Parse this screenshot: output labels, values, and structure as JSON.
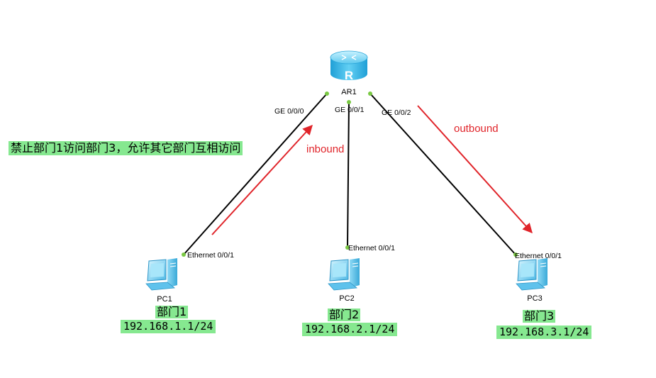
{
  "note": "禁止部门1访问部门3，允许其它部门互相访问",
  "colors": {
    "link": "#000000",
    "port_dot": "#7ac943",
    "arrow": "#e0242a",
    "tag_bg": "#86e890"
  },
  "router": {
    "name": "AR1",
    "symbol": "R",
    "icon": "router-icon"
  },
  "router_ports": [
    "GE 0/0/0",
    "GE 0/0/1",
    "GE 0/0/2"
  ],
  "pcs": [
    {
      "name": "PC1",
      "port": "Ethernet 0/0/1",
      "dept": "部门1",
      "ip": "192.168.1.1/24",
      "icon": "pc-icon"
    },
    {
      "name": "PC2",
      "port": "Ethernet 0/0/1",
      "dept": "部门2",
      "ip": "192.168.2.1/24",
      "icon": "pc-icon"
    },
    {
      "name": "PC3",
      "port": "Ethernet 0/0/1",
      "dept": "部门3",
      "ip": "192.168.3.1/24",
      "icon": "pc-icon"
    }
  ],
  "arrows": {
    "inbound": "inbound",
    "outbound": "outbound"
  }
}
